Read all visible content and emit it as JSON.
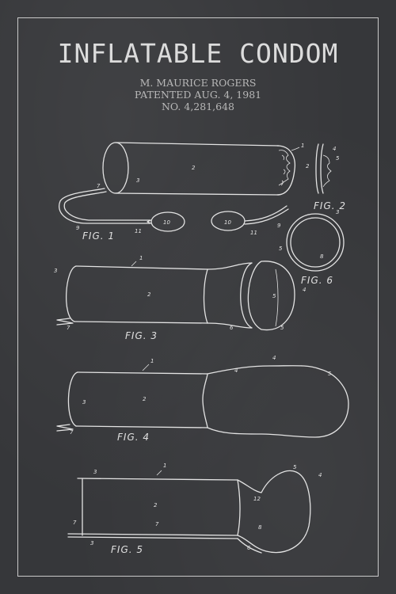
{
  "title": "INFLATABLE CONDOM",
  "inventor": "M. MAURICE ROGERS",
  "patented": "PATENTED AUG. 4, 1981",
  "patent_number": "NO. 4,281,648",
  "figures": {
    "fig1": "FIG. 1",
    "fig2": "FIG. 2",
    "fig3": "FIG. 3",
    "fig4": "FIG. 4",
    "fig5": "FIG. 5",
    "fig6": "FIG. 6"
  },
  "callouts": {
    "fig1": [
      "1",
      "2",
      "3",
      "7",
      "9",
      "10",
      "10",
      "11",
      "11",
      "9"
    ],
    "fig2": [
      "4",
      "5",
      "2"
    ],
    "fig3": [
      "1",
      "3",
      "2",
      "7",
      "5",
      "5",
      "4",
      "5",
      "6"
    ],
    "fig4": [
      "1",
      "4",
      "4",
      "5",
      "2",
      "3",
      "7"
    ],
    "fig5": [
      "1",
      "3",
      "2",
      "4",
      "5",
      "12",
      "7",
      "7",
      "3",
      "8",
      "6"
    ],
    "fig6": [
      "3",
      "8"
    ]
  },
  "colors": {
    "background": "#36373a",
    "ink": "#e3e3e3"
  }
}
